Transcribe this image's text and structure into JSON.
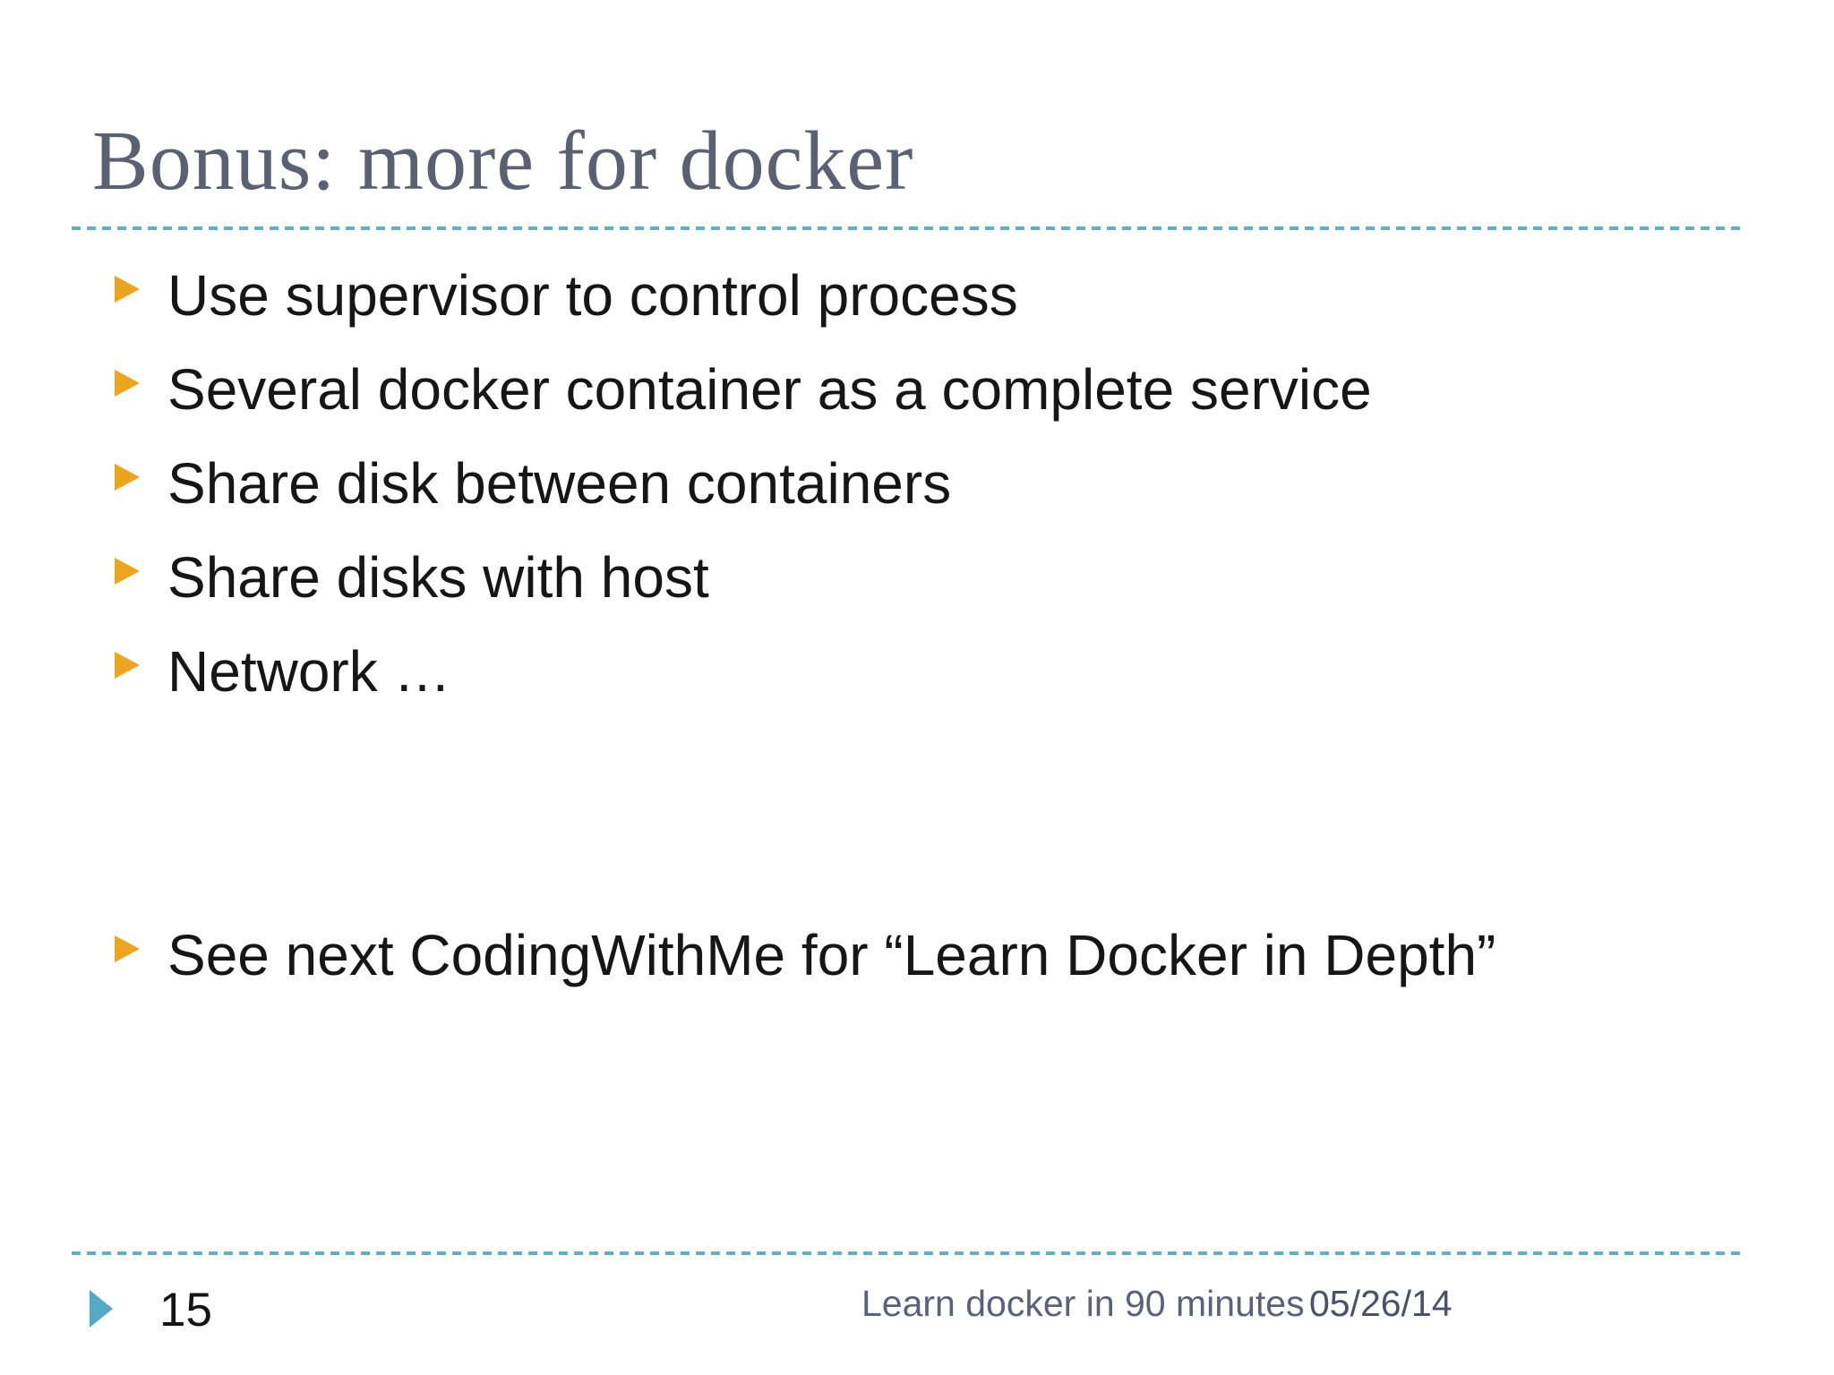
{
  "slide": {
    "title": "Bonus: more for docker",
    "bullets": [
      "Use supervisor to control process",
      "Several docker container as a complete service",
      "Share disk between containers",
      "Share disks with host",
      "Network …",
      "See next CodingWithMe for “Learn Docker in Depth”"
    ],
    "footer": {
      "page_number": "15",
      "deck_title": "Learn docker in 90 minutes",
      "date": "05/26/14"
    },
    "colors": {
      "background": "#ffffff",
      "title_text": "#5a6172",
      "body_text": "#161616",
      "dashed_line_teal": "#62b0bf",
      "bullet_triangle_orange": "#eca51e",
      "footer_marker_teal": "#55a9c4",
      "footer_text": "#59627a",
      "footer_date_text": "#49526a"
    }
  }
}
